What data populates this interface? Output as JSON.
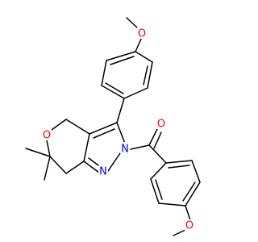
{
  "molecule": {
    "labels": {
      "top_methoxy_o": "O",
      "ring_o": "O",
      "carbonyl_o": "O",
      "bottom_methoxy_o": "O",
      "pyrazole_n": "N",
      "pyrazole_n2": "N"
    },
    "colors": {
      "bond": "#000000",
      "oxygen": "#ff0000",
      "nitrogen": "#0000ff",
      "background": "#ffffff"
    }
  }
}
